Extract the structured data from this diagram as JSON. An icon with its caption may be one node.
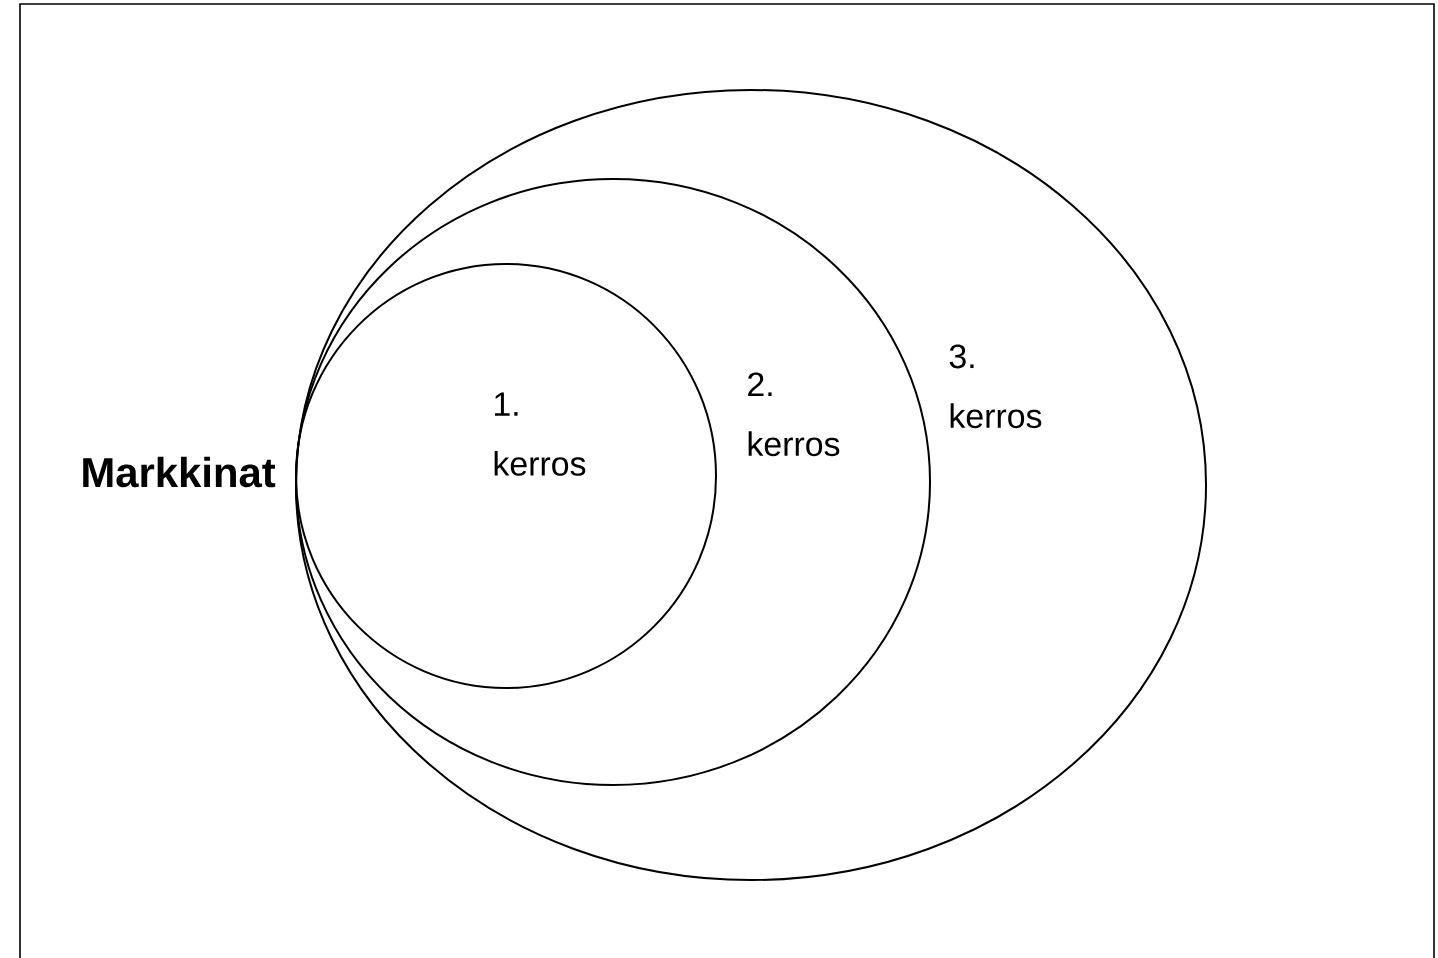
{
  "diagram": {
    "nodes": [
      {
        "text": [
          "3. kerros"
        ]
      },
      {
        "text": [
          "2. kerros"
        ],
        "in": 0
      },
      {
        "text": [
          "1. kerros"
        ],
        "in": 1
      }
    ],
    "labels": [
      "Markkinat"
    ]
  }
}
